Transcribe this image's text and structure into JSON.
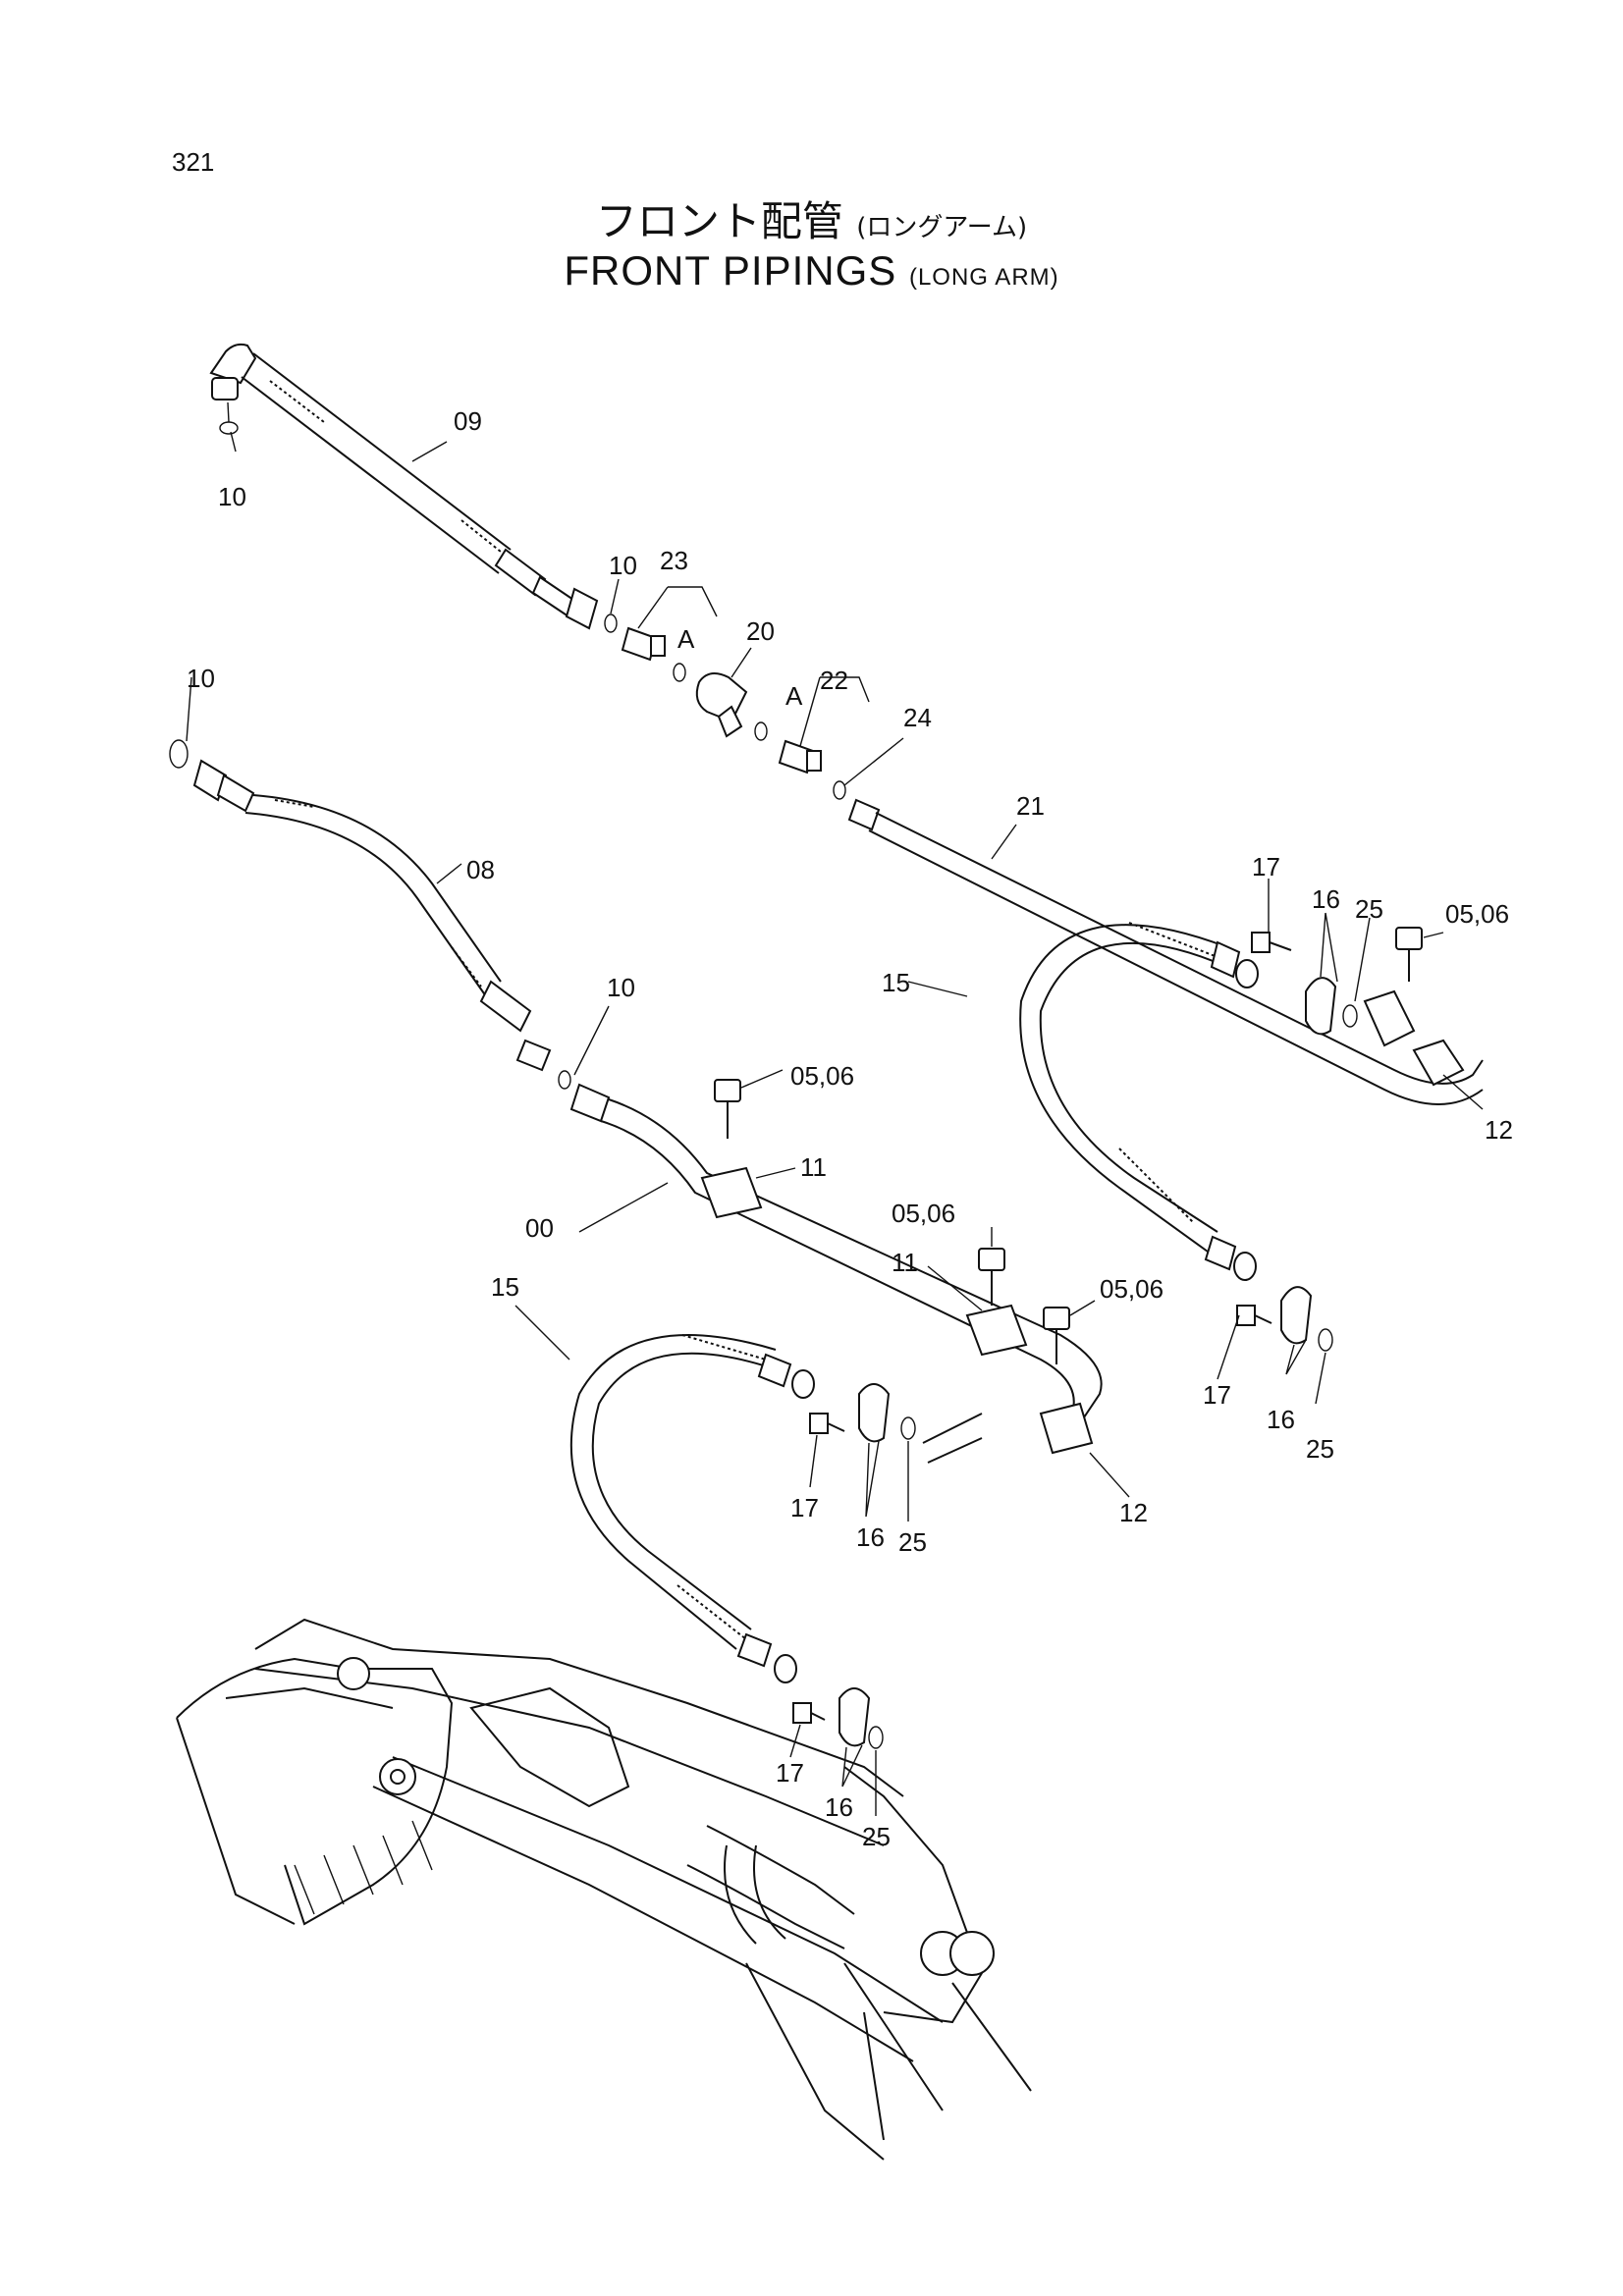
{
  "page": {
    "number": "321"
  },
  "title": {
    "jp_main": "フロント配管",
    "jp_sub": "(ロングアーム)",
    "en_main": "FRONT PIPINGS",
    "en_sub": "(LONG ARM)"
  },
  "callouts": {
    "p09": "09",
    "p10a": "10",
    "p10b": "10",
    "p10c": "10",
    "p10d": "10",
    "p23": "23",
    "pA1": "A",
    "p20": "20",
    "pA2": "A",
    "p22": "22",
    "p24": "24",
    "p08": "08",
    "p21": "21",
    "p17a": "17",
    "p16a": "16",
    "p25a": "25",
    "p0506a": "05,06",
    "p15a": "15",
    "p12a": "12",
    "p0506b": "05,06",
    "p11a": "11",
    "p00": "00",
    "p0506c": "05,06",
    "p11b": "11",
    "p0506d": "05,06",
    "p17b": "17",
    "p16b": "16",
    "p25b": "25",
    "p15b": "15",
    "p17c": "17",
    "p16c": "16",
    "p25c": "25",
    "p12b": "12",
    "p17d": "17",
    "p16d": "16",
    "p25d": "25"
  }
}
